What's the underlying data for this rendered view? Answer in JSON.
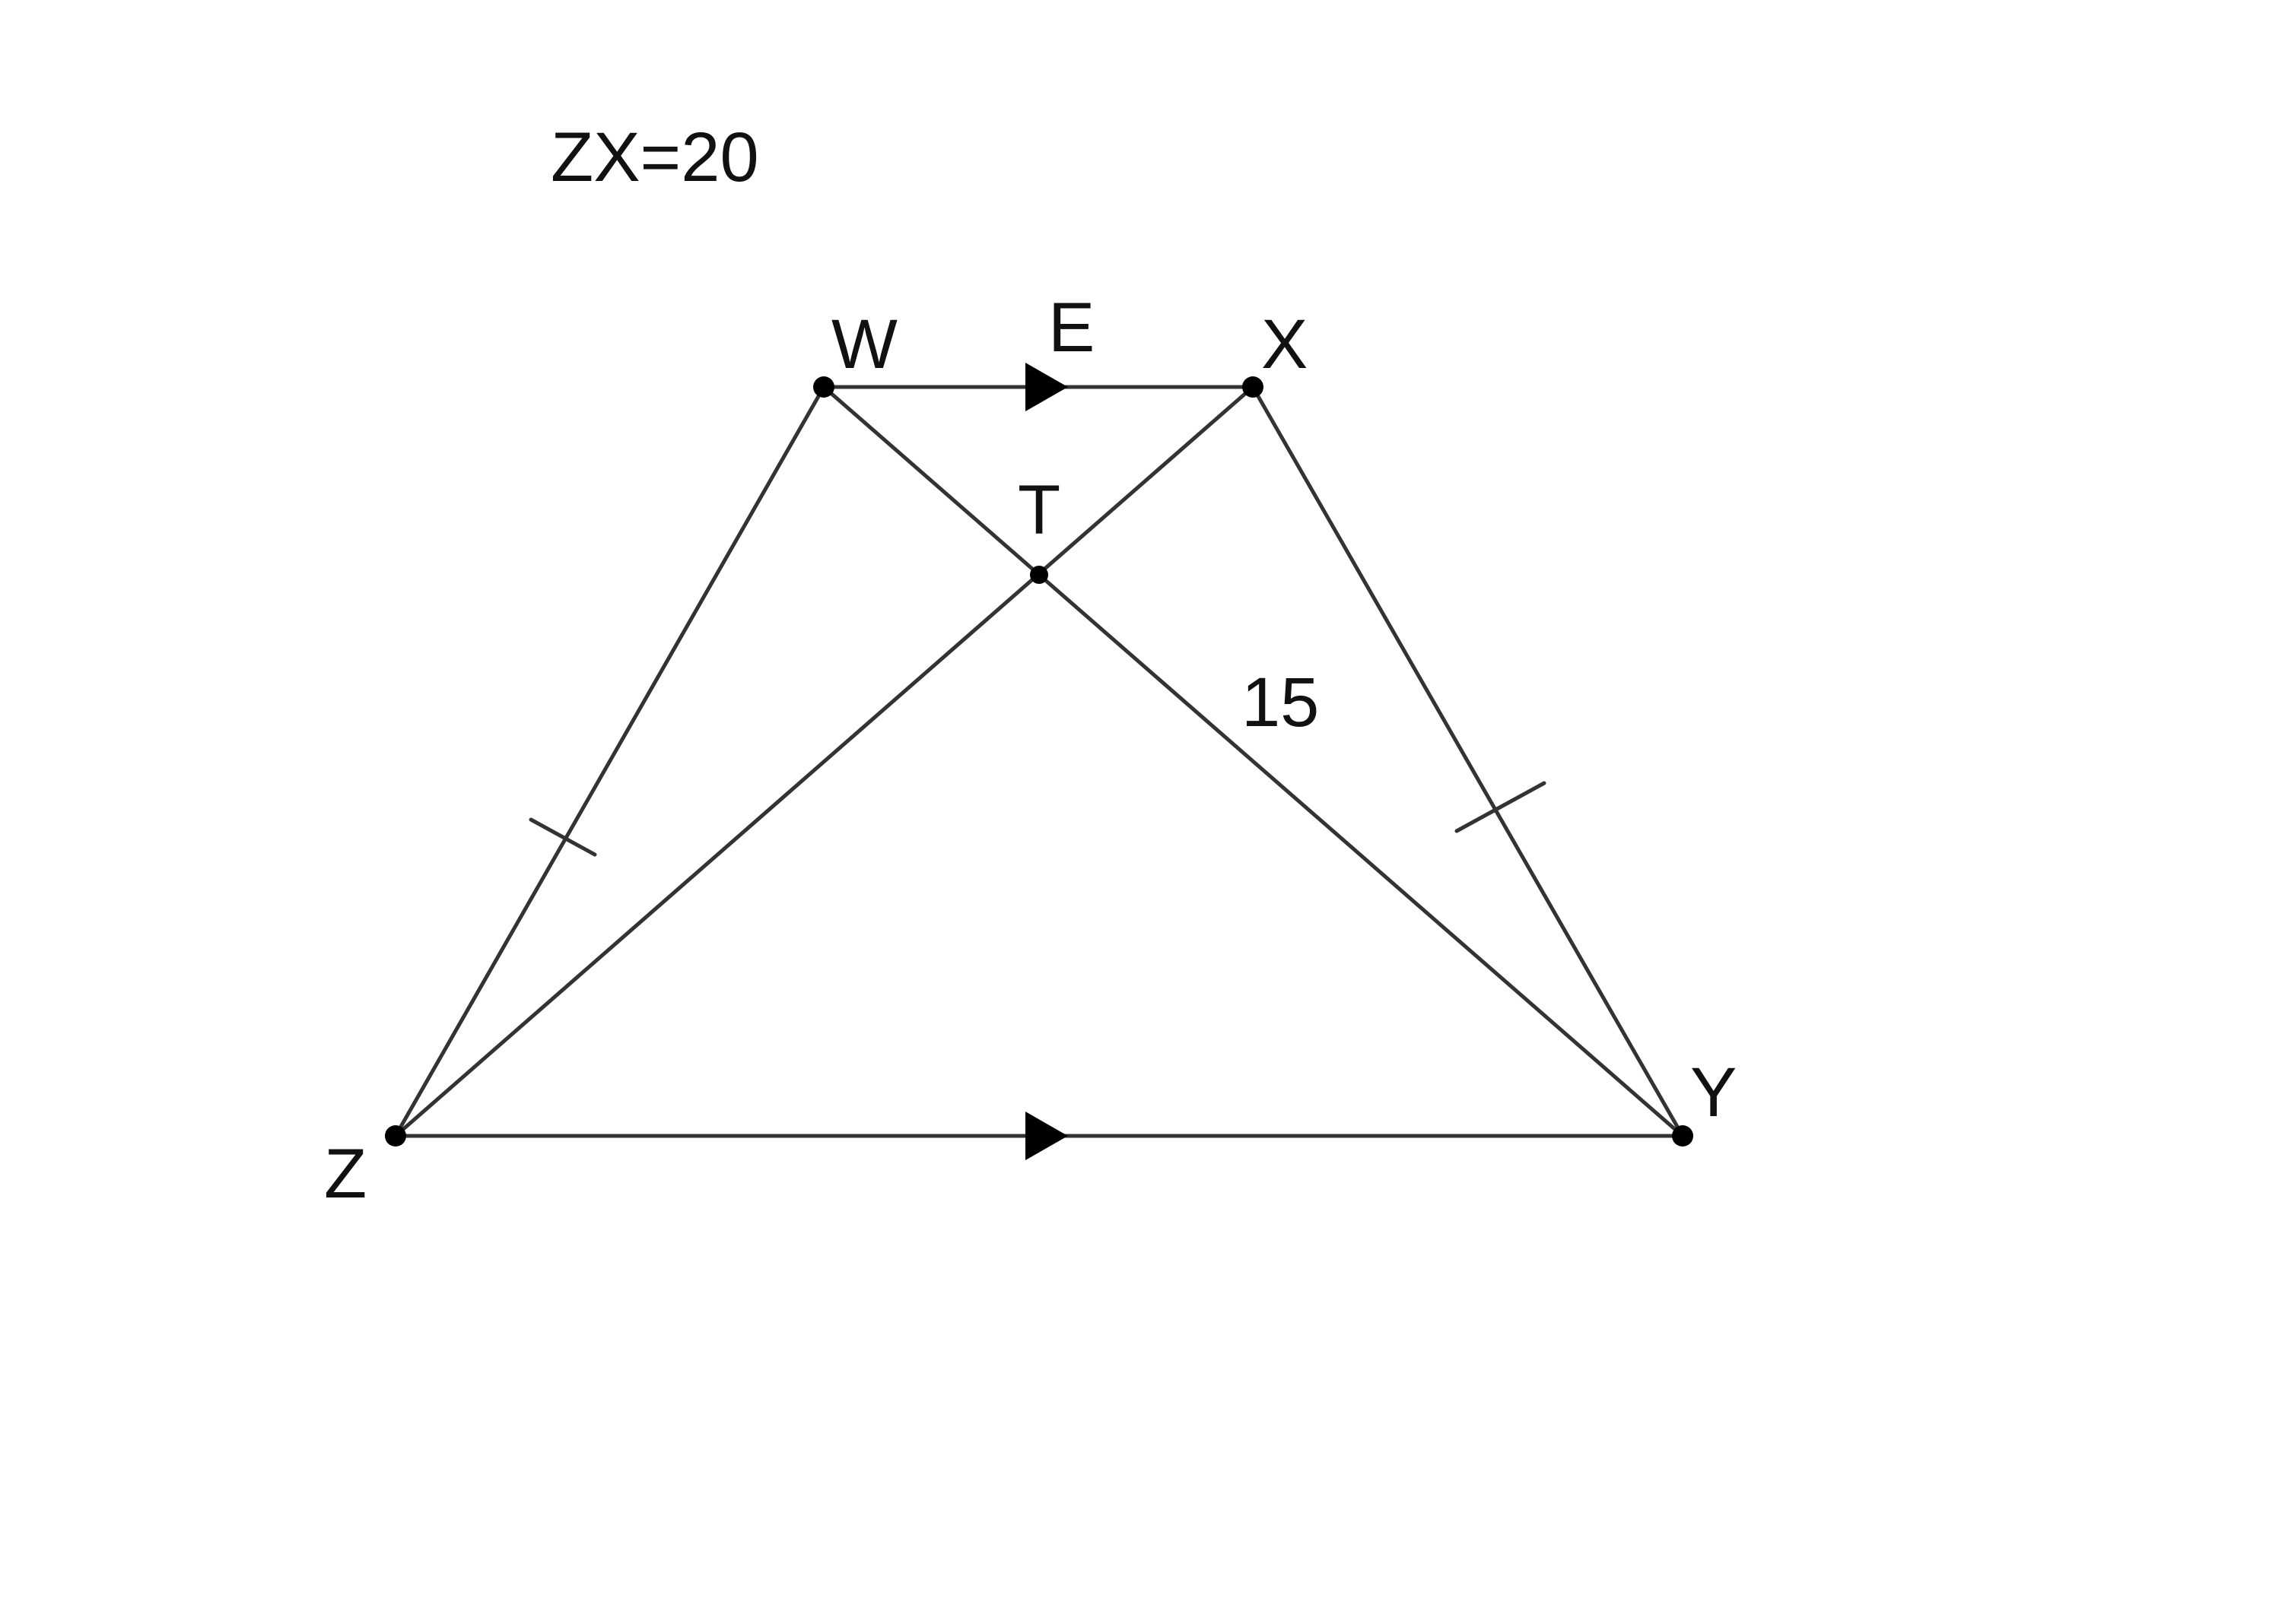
{
  "given": {
    "text": "ZX=20"
  },
  "points": {
    "W": "W",
    "X": "X",
    "Y": "Y",
    "Z": "Z",
    "T": "T",
    "E": "E"
  },
  "measures": {
    "TY": "15"
  },
  "colors": {
    "line": "#333333",
    "point": "#000000",
    "text": "#111111",
    "background": "#ffffff"
  }
}
